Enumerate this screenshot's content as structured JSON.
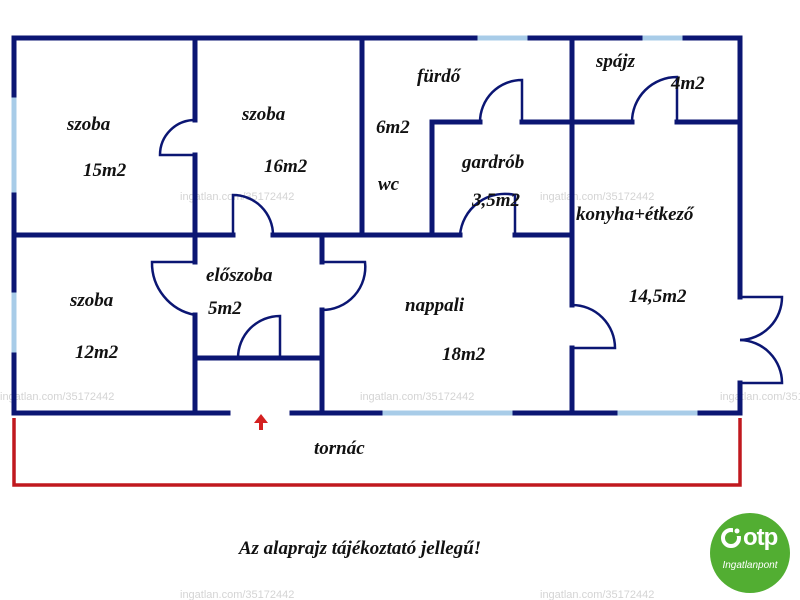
{
  "rooms": [
    {
      "id": "szoba1",
      "name": "szoba",
      "area": "15m2"
    },
    {
      "id": "szoba2",
      "name": "szoba",
      "area": "16m2"
    },
    {
      "id": "furdo",
      "name": "fürdő",
      "area": "6m2"
    },
    {
      "id": "wc",
      "name": "wc"
    },
    {
      "id": "gardrob",
      "name": "gardrób",
      "area": "3,5m2"
    },
    {
      "id": "spajz",
      "name": "spájz",
      "area": "4m2"
    },
    {
      "id": "konyha",
      "name": "konyha+étkező",
      "area": "14,5m2"
    },
    {
      "id": "szoba3",
      "name": "szoba",
      "area": "12m2"
    },
    {
      "id": "eloszoba",
      "name": "előszoba",
      "area": "5m2"
    },
    {
      "id": "nappali",
      "name": "nappali",
      "area": "18m2"
    },
    {
      "id": "tornac",
      "name": "tornác"
    }
  ],
  "note": "Az alaprajz tájékoztató jellegű!",
  "watermark": "ingatlan.com/35172442",
  "logo": {
    "brand": "otp",
    "sub": "Ingatlanpont",
    "color": "#52ae32"
  },
  "colors": {
    "wall": "#0b1673",
    "window": "#a8cce8",
    "terrace": "#c0181e",
    "entrance_arrow": "#d42020"
  }
}
